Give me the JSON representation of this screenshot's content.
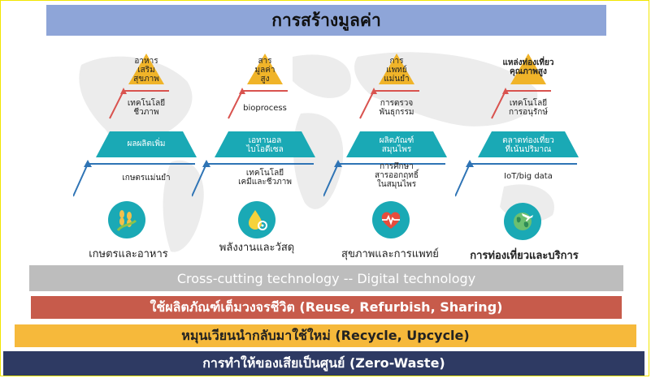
{
  "title": "การสร้างมูลค่า",
  "colors": {
    "title_bg": "#8ea5d8",
    "teal": "#1aa9b5",
    "arrow_red": "#d9534f",
    "arrow_blue": "#2f74b5",
    "gold": "#f0b429"
  },
  "pyramids": [
    {
      "top": "อาหาร\nเสริม\nสุขภาพ",
      "upper": "เทคโนโลยี\nชีวภาพ",
      "band": "ผลผลิตเพิ่ม",
      "base": "เกษตรแม่นยำ",
      "category": "เกษตรและอาหาร",
      "icon": "wheat-icon"
    },
    {
      "top": "สาร\nมูลค่า\nสูง",
      "upper": "bioprocess",
      "band": "เอทานอล\nไบโอดีเซล",
      "base": "เทคโนโลยี\nเคมีและชีวภาพ",
      "category": "พลังงานและวัสดุ",
      "icon": "drop-gear-icon"
    },
    {
      "top": "การ\nแพทย์\nแม่นยำ",
      "upper": "การตรวจ\nพันธุกรรม",
      "band": "ผลิตภัณฑ์\nสมุนไพร",
      "base": "การศึกษา\nสารออกฤทธิ์\nในสมุนไพร",
      "category": "สุขภาพและการแพทย์",
      "icon": "heart-pulse-icon"
    },
    {
      "top": "แหล่งท่องเที่ยว\nคุณภาพสูง",
      "upper": "เทคโนโลยี\nการอนุรักษ์",
      "band": "ตลาดท่องเที่ยว\nที่เน้นปริมาณ",
      "base": "IoT/big data",
      "category": "การท่องเที่ยวและบริการ",
      "icon": "globe-plane-icon"
    }
  ],
  "bands": {
    "cross": "Cross-cutting technology -- Digital technology",
    "reuse": "ใช้ผลิตภัณฑ์เต็มวงจรชีวิต (Reuse, Refurbish, Sharing)",
    "recycle": "หมุนเวียนนำกลับมาใช้ใหม่ (Recycle, Upcycle)",
    "zero": "การทำให้ของเสียเป็นศูนย์ (Zero-Waste)"
  }
}
